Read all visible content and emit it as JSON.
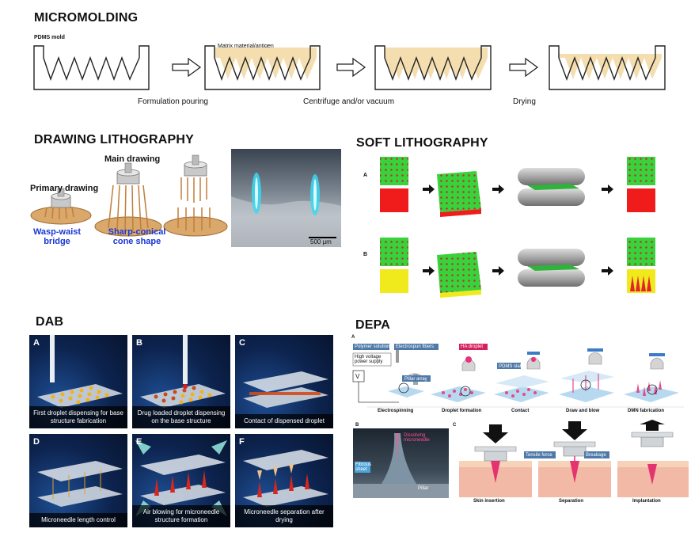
{
  "micromolding": {
    "title": "MICROMOLDING",
    "pdms_label": "PDMS mold",
    "matrix_label": "Matrix material/antigen",
    "steps": [
      "Formulation pouring",
      "Centrifuge and/or vacuum",
      "Drying"
    ]
  },
  "drawing": {
    "title": "DRAWING LITHOGRAPHY",
    "main_drawing": "Main drawing",
    "primary_drawing": "Primary drawing",
    "wasp_waist": "Wasp-waist bridge",
    "sharp_conical": "Sharp-conical cone shape",
    "scale": "500 μm"
  },
  "soft": {
    "title": "SOFT LITHOGRAPHY",
    "row_a": "A",
    "row_b": "B"
  },
  "dab": {
    "title": "DAB",
    "panels": [
      {
        "letter": "A",
        "caption": "First droplet dispensing for base structure fabrication"
      },
      {
        "letter": "B",
        "caption": "Drug loaded droplet dispensing on the base structure"
      },
      {
        "letter": "C",
        "caption": "Contact of dispensed droplet"
      },
      {
        "letter": "D",
        "caption": "Microneedle length control"
      },
      {
        "letter": "E",
        "caption": "Air blowing for microneedle structure formation"
      },
      {
        "letter": "F",
        "caption": "Microneedle separation after drying"
      }
    ]
  },
  "depa": {
    "title": "DEPA",
    "panel_a": "A",
    "panel_b": "B",
    "panel_c": "C",
    "polymer_solution": "Polymer solution",
    "electrospun_fibers": "Electrospun fibers",
    "high_voltage": "High voltage power supply",
    "pillar_array": "Pillar array",
    "ha_droplet": "HA droplet",
    "pdms_slab": "PDMS slab",
    "v_label": "V",
    "stages": [
      "Electrospinning",
      "Droplet formation",
      "Contact",
      "Draw and blow",
      "DMN fabrication"
    ],
    "fibrous_sheet": "Fibrous sheet",
    "dissolving": "Dissolving microneedle",
    "pillar": "Pillar",
    "tensile_force": "Tensile force",
    "breakage": "Breakage",
    "c_stages": [
      "Skin insertion",
      "Separation",
      "Implantation"
    ]
  }
}
